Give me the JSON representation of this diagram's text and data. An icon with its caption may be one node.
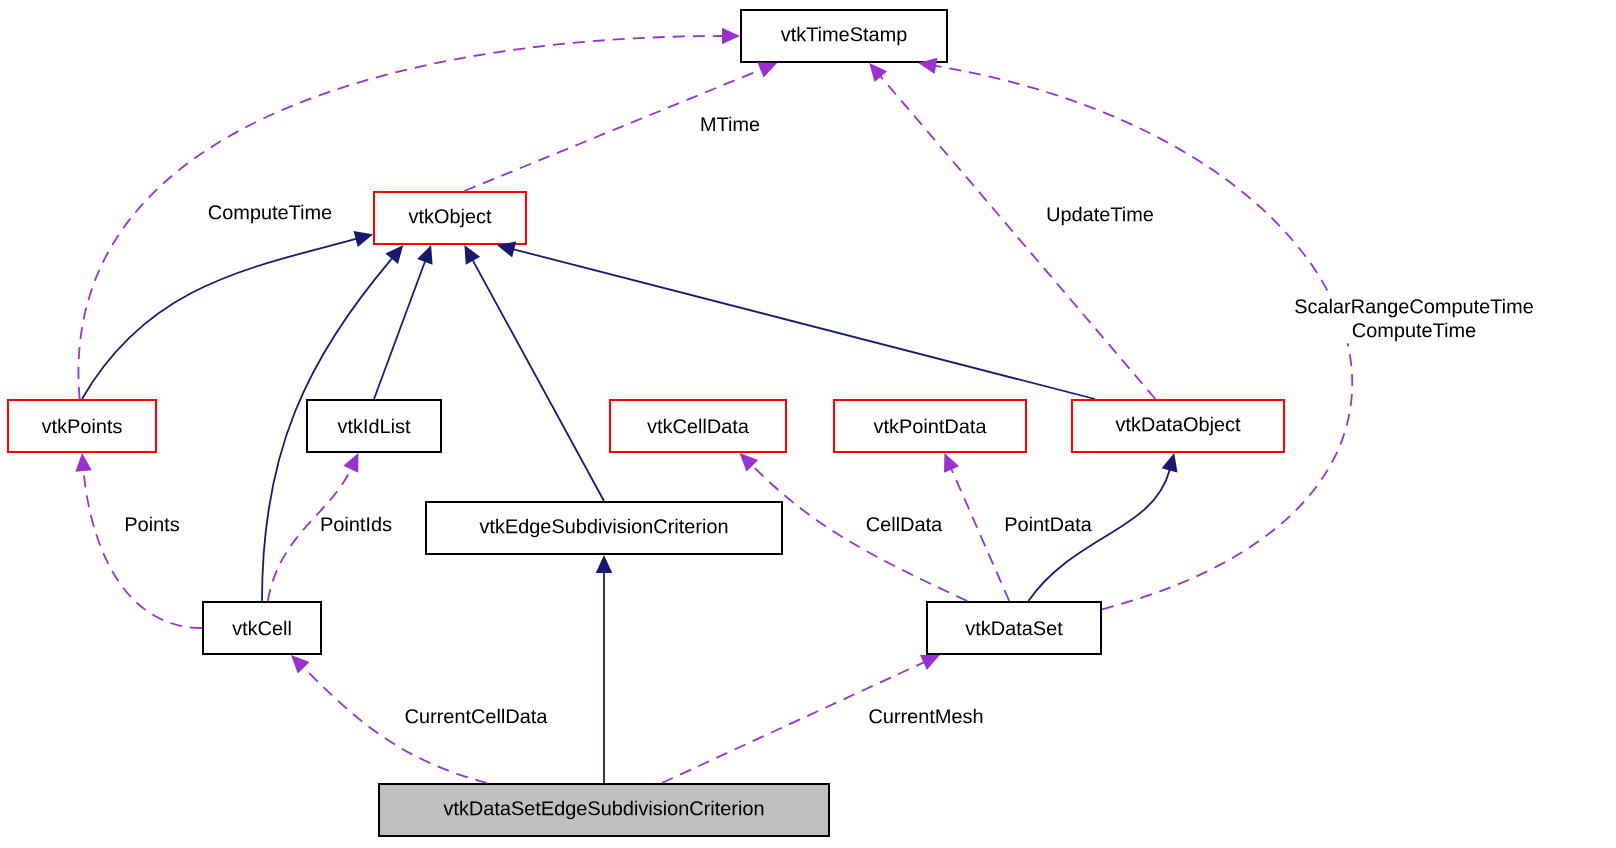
{
  "diagram": {
    "nodes": [
      {
        "text": [
          "vtkTimeStamp"
        ]
      },
      {
        "text": [
          "vtkObject"
        ]
      },
      {
        "text": [
          "vtkPoints"
        ]
      },
      {
        "text": [
          "vtkIdList"
        ]
      },
      {
        "text": [
          "vtkCellData"
        ]
      },
      {
        "text": [
          "vtkPointData"
        ]
      },
      {
        "text": [
          "vtkDataObject"
        ]
      },
      {
        "text": [
          "vtkEdgeSubdivisionCriterion"
        ]
      },
      {
        "text": [
          "vtkCell"
        ]
      },
      {
        "text": [
          "vtkDataSet"
        ]
      },
      {
        "text": [
          "vtkDataSetEdgeSubdivisionCriterion"
        ]
      }
    ],
    "edges": [
      {
        "from": 2,
        "to": 1,
        "arrow": "to",
        "color": "#191970"
      },
      {
        "from": 8,
        "to": 1,
        "arrow": "to",
        "color": "#191970"
      },
      {
        "from": 3,
        "to": 1,
        "arrow": "to",
        "color": "#191970"
      },
      {
        "from": 7,
        "to": 1,
        "arrow": "to",
        "color": "#191970"
      },
      {
        "from": 6,
        "to": 1,
        "arrow": "to",
        "color": "#191970"
      },
      {
        "from": 10,
        "to": 7,
        "arrow": "to",
        "color": "#191970"
      },
      {
        "from": 9,
        "to": 6,
        "arrow": "to",
        "color": "#191970"
      },
      {
        "from": 2,
        "to": 0,
        "arrow": "to",
        "label": "ComputeTime",
        "style": "dashed",
        "color": "#9a32cd"
      },
      {
        "from": 1,
        "to": 0,
        "arrow": "to",
        "label": "MTime",
        "style": "dashed",
        "color": "#9a32cd"
      },
      {
        "from": 6,
        "to": 0,
        "arrow": "to",
        "label": "UpdateTime",
        "style": "dashed",
        "color": "#9a32cd"
      },
      {
        "from": 9,
        "to": 0,
        "arrow": "to",
        "label": "ScalarRangeComputeTime ComputeTime",
        "style": "dashed",
        "color": "#9a32cd"
      },
      {
        "from": 8,
        "to": 2,
        "arrow": "to",
        "label": "Points",
        "style": "dashed",
        "color": "#9a32cd"
      },
      {
        "from": 8,
        "to": 3,
        "arrow": "to",
        "label": "PointIds",
        "style": "dashed",
        "color": "#9a32cd"
      },
      {
        "from": 9,
        "to": 4,
        "arrow": "to",
        "label": "CellData",
        "style": "dashed",
        "color": "#9a32cd"
      },
      {
        "from": 9,
        "to": 5,
        "arrow": "to",
        "label": "PointData",
        "style": "dashed",
        "color": "#9a32cd"
      },
      {
        "from": 10,
        "to": 8,
        "arrow": "to",
        "label": "CurrentCellData",
        "style": "dashed",
        "color": "#9a32cd"
      },
      {
        "from": 10,
        "to": 9,
        "arrow": "to",
        "label": "CurrentMesh",
        "style": "dashed",
        "color": "#9a32cd"
      }
    ]
  }
}
